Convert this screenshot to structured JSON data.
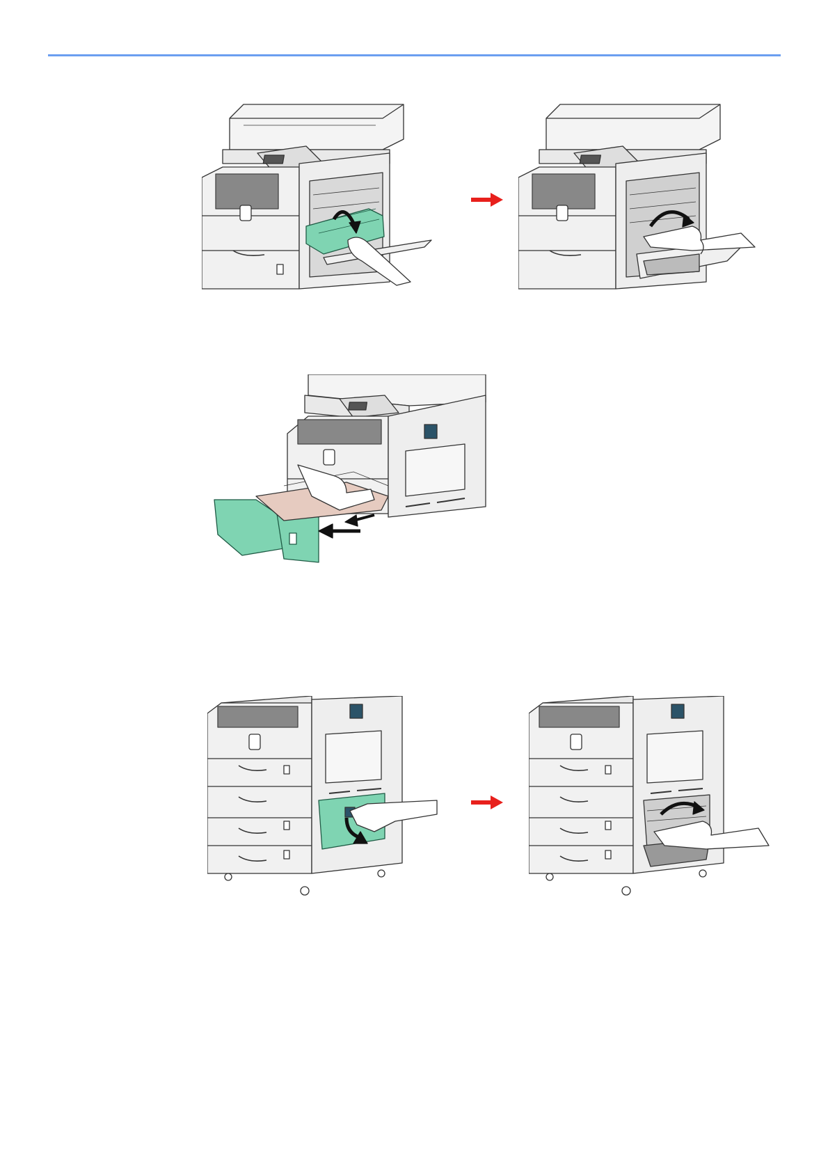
{
  "colors": {
    "header_rule": "#6b9ef0",
    "step_arrow": "#e8201c",
    "highlight_part": "#7fd4b2",
    "paper": "#e6cbc0",
    "machine_body": "#f1f1f1",
    "outline": "#333333"
  },
  "illustrations": [
    {
      "name": "remove-developer-unit",
      "icon": "copier-fuser-unit-removal"
    },
    {
      "name": "clear-jam-inside-right-cover",
      "icon": "copier-jam-clear-inside"
    },
    {
      "name": "pull-out-cassette",
      "icon": "copier-cassette-pullout"
    },
    {
      "name": "open-feeder-lower-cover",
      "icon": "copier-lower-cover-open"
    },
    {
      "name": "clear-jam-feeder",
      "icon": "copier-feeder-jam-clear"
    }
  ],
  "step_arrows": [
    {
      "icon": "right-arrow"
    },
    {
      "icon": "right-arrow"
    }
  ]
}
